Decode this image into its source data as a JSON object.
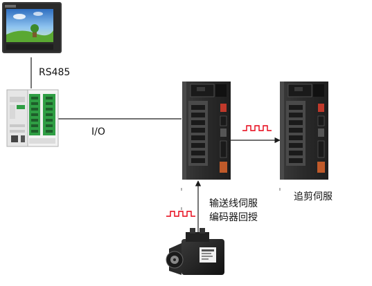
{
  "labels": {
    "rs485": "RS485",
    "io": "I/O",
    "conveyor_line1": "输送线伺服",
    "conveyor_line2": "编码器回授",
    "cutter_label": "追剪伺服"
  },
  "colors": {
    "line": "#1a1a1a",
    "pulse": "#e60012",
    "hmi_frame": "#3a3a3a",
    "hmi_screen_sky": "#4a8fd6",
    "hmi_screen_grass": "#5aa832",
    "plc_body": "#f2f2f2",
    "plc_terminal": "#2f9e44",
    "drive_body": "#2c2c2c",
    "drive_panel": "#4a4a4a",
    "drive_indicator": "#c0392b",
    "motor_body": "#1c1c1c"
  },
  "icons": {
    "hmi": "touch-panel-icon",
    "plc": "plc-controller-icon",
    "drive": "servo-drive-icon",
    "motor": "servo-motor-icon"
  }
}
